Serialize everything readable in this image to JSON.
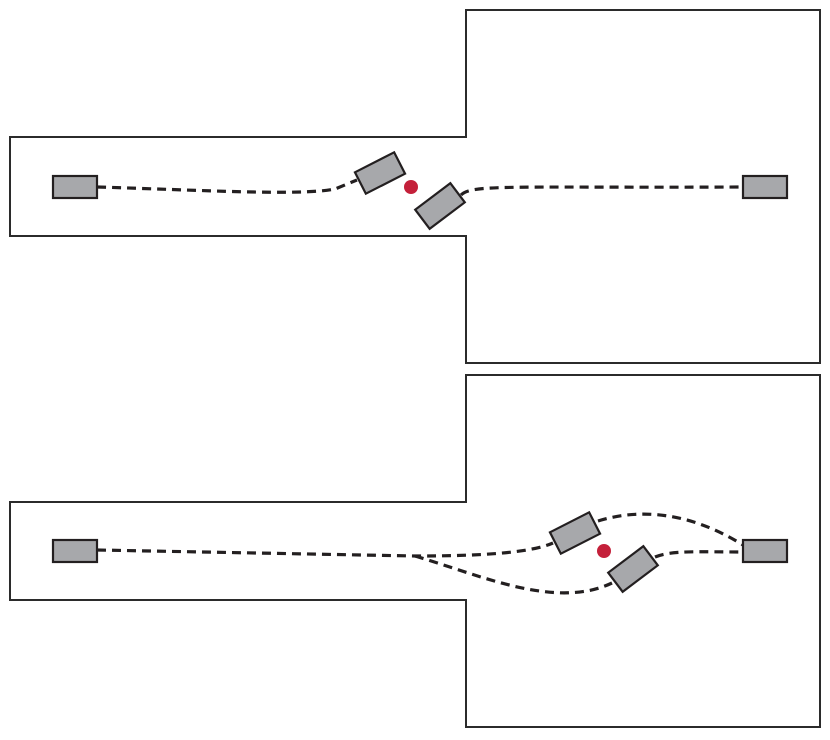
{
  "colors": {
    "outline": "#2b2b2b",
    "vehicle_fill": "#a7a8ab",
    "vehicle_stroke": "#231f20",
    "trajectory": "#231f20",
    "obstacle": "#c4203a",
    "background": "#ffffff"
  },
  "panels": [
    {
      "scenario": "single-trajectory",
      "vehicles": 4,
      "obstacles": 1
    },
    {
      "scenario": "branching-trajectories",
      "vehicles": 4,
      "obstacles": 1
    }
  ]
}
